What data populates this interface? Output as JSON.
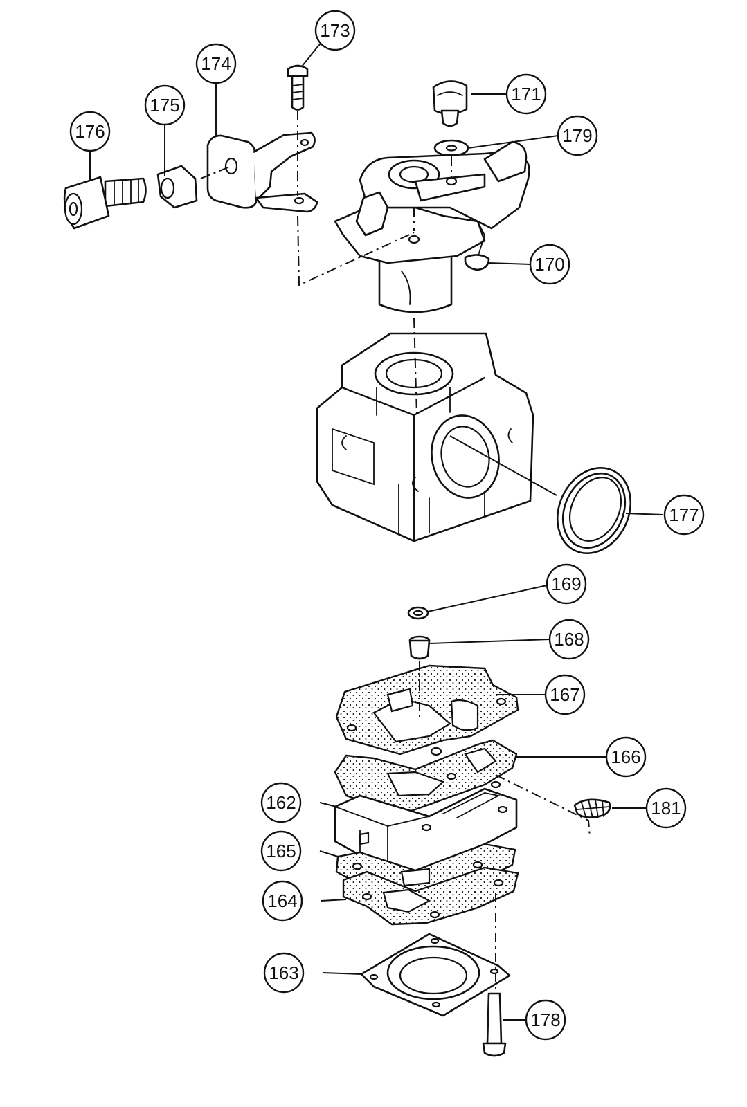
{
  "diagram": {
    "callouts": [
      {
        "id": "173",
        "label": "173"
      },
      {
        "id": "174",
        "label": "174"
      },
      {
        "id": "175",
        "label": "175"
      },
      {
        "id": "176",
        "label": "176"
      },
      {
        "id": "171",
        "label": "171"
      },
      {
        "id": "179",
        "label": "179"
      },
      {
        "id": "170",
        "label": "170"
      },
      {
        "id": "177",
        "label": "177"
      },
      {
        "id": "169",
        "label": "169"
      },
      {
        "id": "168",
        "label": "168"
      },
      {
        "id": "167",
        "label": "167"
      },
      {
        "id": "166",
        "label": "166"
      },
      {
        "id": "181",
        "label": "181"
      },
      {
        "id": "162",
        "label": "162"
      },
      {
        "id": "165",
        "label": "165"
      },
      {
        "id": "164",
        "label": "164"
      },
      {
        "id": "163",
        "label": "163"
      },
      {
        "id": "178",
        "label": "178"
      }
    ],
    "colors": {
      "line": "#111111",
      "background": "#ffffff"
    }
  }
}
